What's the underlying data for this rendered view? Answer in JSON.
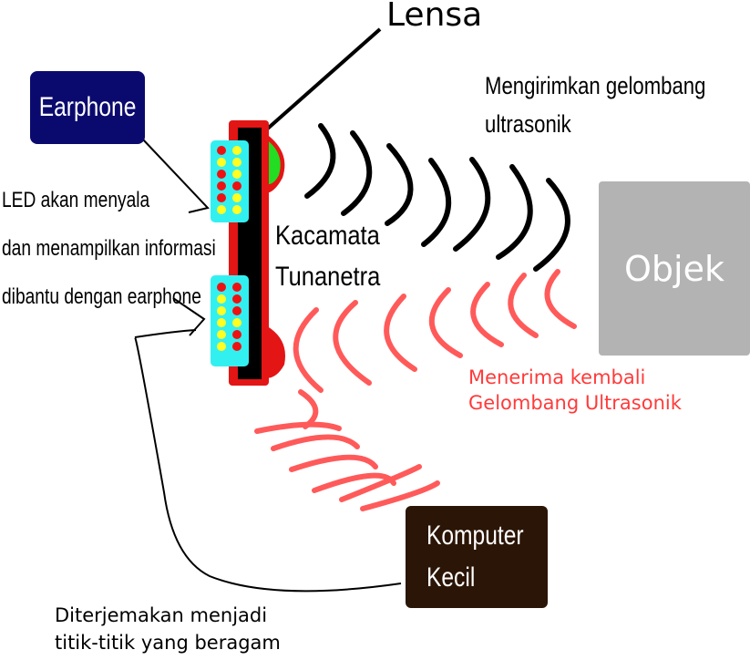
{
  "labels": {
    "lens": "Lensa",
    "send_waves": [
      "Mengirimkan gelombang",
      "ultrasonik"
    ],
    "glasses": [
      "Kacamata",
      "Tunanetra"
    ],
    "led_info": [
      "LED akan menyala",
      "dan menampilkan informasi",
      "dibantu dengan earphone"
    ],
    "receive_waves": [
      "Menerima kembali",
      "Gelombang Ultrasonik"
    ],
    "translate": [
      "Diterjemakan menjadi",
      "titik-titik yang beragam"
    ]
  },
  "boxes": {
    "earphone": "Earphone",
    "object": "Objek",
    "computer": [
      "Komputer",
      "Kecil"
    ]
  },
  "colors": {
    "earphone_box": "#0a0a6e",
    "object_box": "#b3b3b3",
    "computer_box": "#2b1506",
    "emitted_wave": "#000000",
    "received_wave": "#ff5a5a",
    "received_text": "#ff3a3a",
    "glasses_frame": "#e31515",
    "led_panel": "#33f0f0",
    "led_red": "#ee1111",
    "led_yellow": "#ffff22",
    "sensor_green": "#22dd22"
  }
}
